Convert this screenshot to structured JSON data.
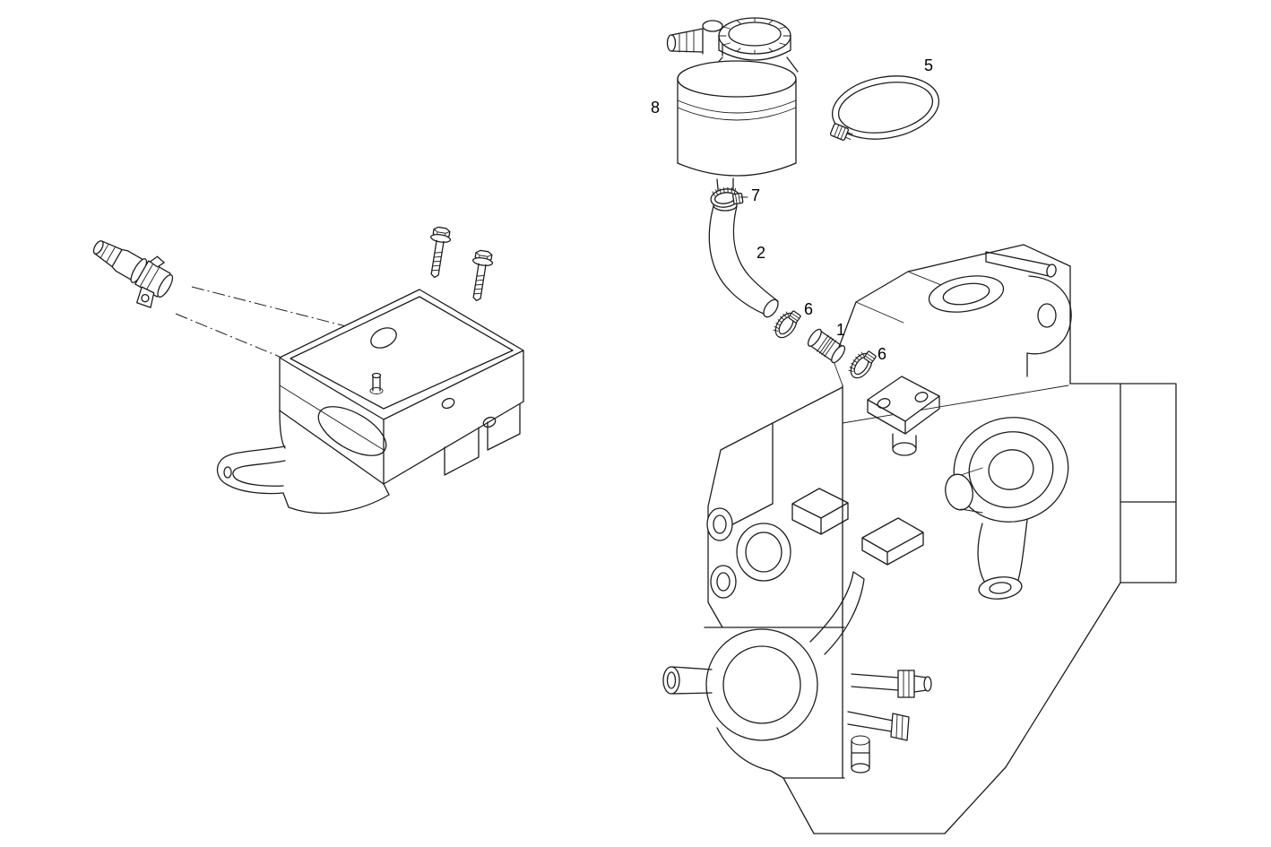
{
  "colors": {
    "background": "#ffffff",
    "line": "#1d1d1d",
    "label": "#000000"
  },
  "diagram": {
    "callouts": [
      {
        "label": "8"
      },
      {
        "label": "5"
      },
      {
        "label": "7"
      },
      {
        "label": "2"
      },
      {
        "label": "6"
      },
      {
        "label": "1"
      },
      {
        "label": "6"
      }
    ]
  }
}
